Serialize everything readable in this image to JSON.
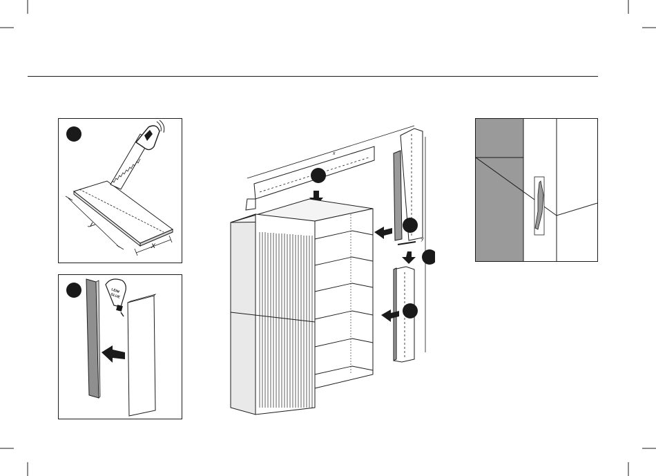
{
  "page": {
    "accent_color": "#1a1a1a",
    "panel_gray": "#9a9a9a"
  },
  "step_saw": {
    "icon": "saw-icon",
    "dim_y": "y",
    "dim_x": "x"
  },
  "step_glue": {
    "icon": "glue-bottle-icon",
    "glue_label_line1": "LEIM",
    "glue_label_line2": "GLUE"
  },
  "main_assembly": {
    "dim_x": "x",
    "dim_y": "y"
  },
  "detail": {
    "icon": "adhesive-strip-icon"
  }
}
